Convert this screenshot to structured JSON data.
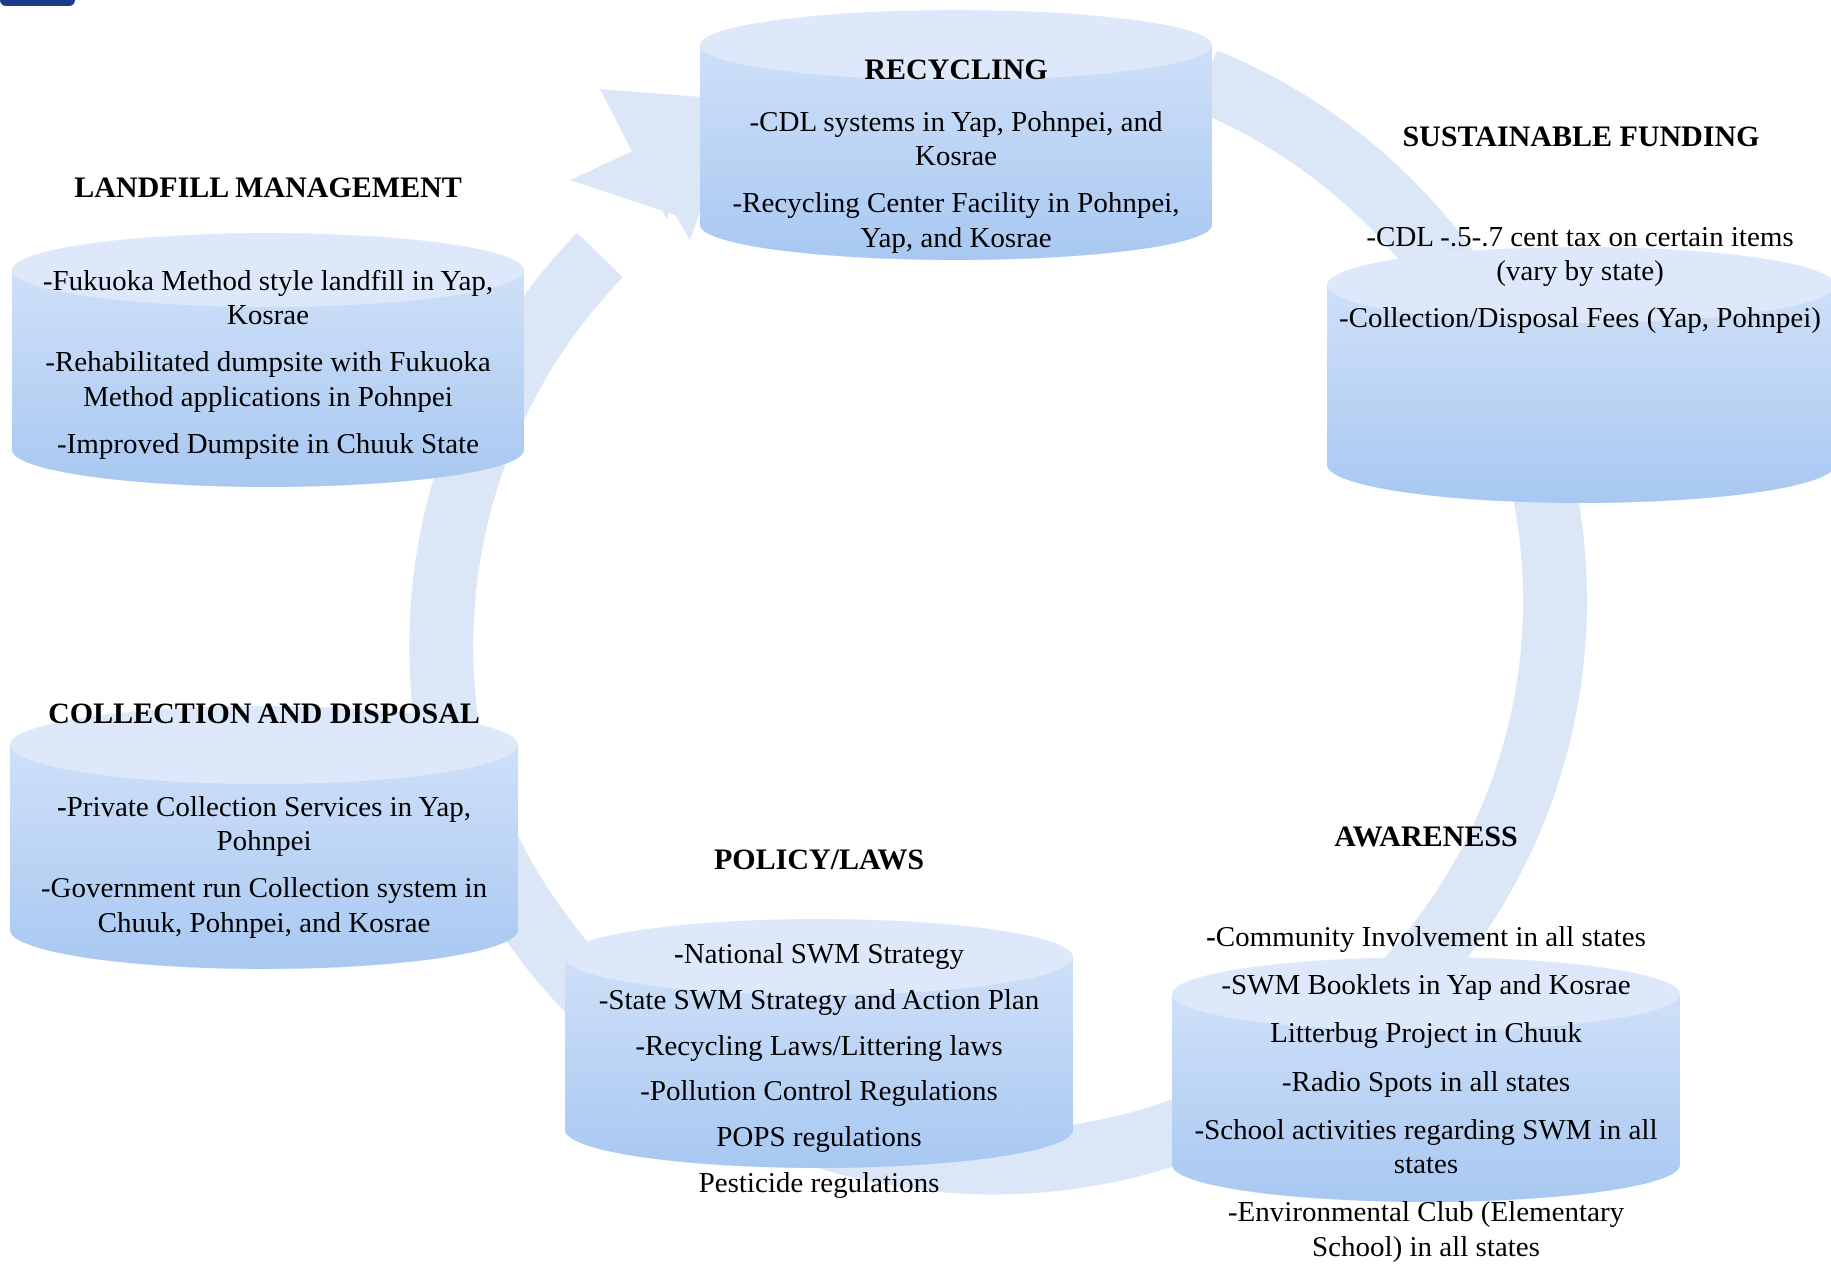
{
  "colors": {
    "arrow": "#dbe7f7",
    "cylinder_top": "#dbe8fb",
    "cylinder_body_top": "#c9dcf7",
    "cylinder_body_bottom": "#a9c9f2",
    "logo": "#1a3b8c"
  },
  "recycling": {
    "title": "RECYCLING",
    "items": [
      "-CDL systems in Yap, Pohnpei, and Kosrae",
      "-Recycling Center Facility in Pohnpei, Yap, and Kosrae"
    ]
  },
  "funding": {
    "title": "SUSTAINABLE FUNDING",
    "items": [
      "-CDL -.5-.7 cent tax on certain items (vary by state)",
      "-Collection/Disposal Fees (Yap, Pohnpei)"
    ]
  },
  "landfill": {
    "title": "LANDFILL MANAGEMENT",
    "items": [
      "-Fukuoka Method style landfill in Yap,  Kosrae",
      "-Rehabilitated dumpsite with Fukuoka Method applications in Pohnpei",
      "-Improved Dumpsite in Chuuk State"
    ]
  },
  "collection": {
    "title": "COLLECTION AND DISPOSAL",
    "items": [
      {
        "dash": "-",
        "text": "Private Collection  Services in Yap, Pohnpei"
      },
      {
        "dash": "",
        "text": "-Government run Collection system in Chuuk, Pohnpei, and Kosrae"
      }
    ]
  },
  "policy": {
    "title": "POLICY/LAWS",
    "items": [
      {
        "dash": "-",
        "text": "National SWM Strategy"
      },
      {
        "dash": "",
        "text": "-State SWM Strategy and Action Plan"
      },
      {
        "dash": "",
        "text": "-Recycling Laws/Littering laws"
      },
      {
        "dash": "",
        "text": "-Pollution Control Regulations"
      },
      {
        "dash": "",
        "text": "POPS regulations"
      },
      {
        "dash": "",
        "text": "Pesticide regulations"
      }
    ]
  },
  "awareness": {
    "title": "AWARENESS",
    "items": [
      {
        "dash": "-",
        "text": "Community Involvement in all states"
      },
      {
        "dash": "",
        "text": "-SWM Booklets in Yap and Kosrae"
      },
      {
        "dash": "",
        "text": "Litterbug Project in Chuuk"
      },
      {
        "dash": "",
        "text": "-Radio Spots in all states"
      },
      {
        "dash": "",
        "text": "-School activities regarding SWM in all states"
      },
      {
        "dash": "",
        "text": "-Environmental Club (Elementary School) in all states"
      }
    ]
  }
}
